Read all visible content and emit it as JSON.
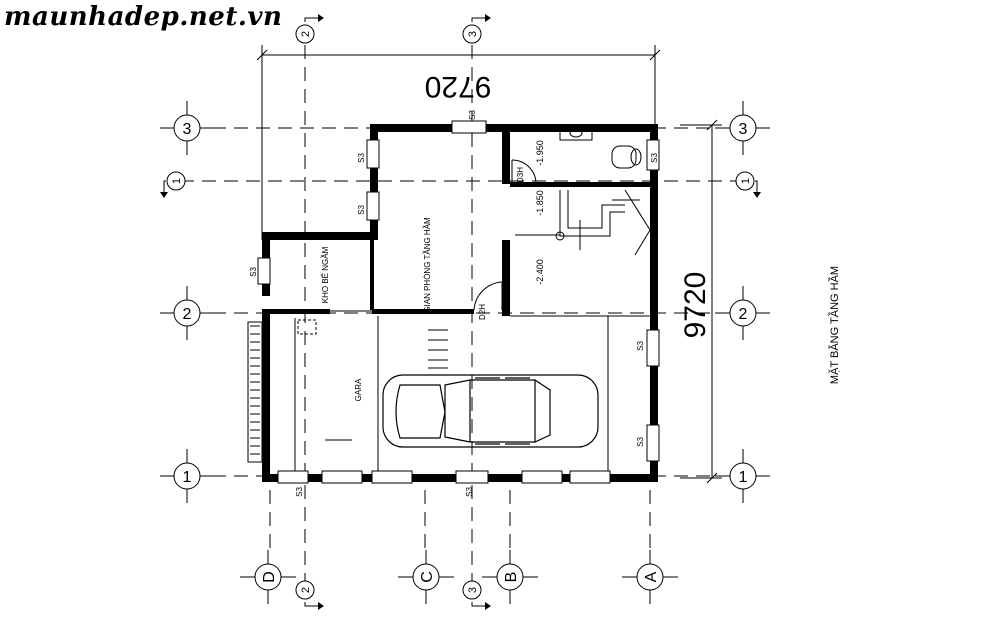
{
  "watermark": "maunhadep.net.vn",
  "drawing": {
    "title": "MẶT BẰNG TẦNG HẦM",
    "dimension_total_top": "9720",
    "dimension_total_right": "9720"
  },
  "axes": {
    "numbers": [
      "3",
      "2",
      "1"
    ],
    "letters": [
      "D",
      "C",
      "B",
      "A"
    ],
    "section_markers": [
      "2",
      "3",
      "1"
    ]
  },
  "rooms": {
    "gian_phong": "GIAN PHÒNG TẦNG HẦM",
    "kho": "KHO BỂ NGẦM",
    "gara": "GARA"
  },
  "levels": [
    "-1.950",
    "-1.850",
    "-2.400"
  ],
  "door_tags": [
    "D3H",
    "D2H"
  ],
  "window_tag": "S3"
}
